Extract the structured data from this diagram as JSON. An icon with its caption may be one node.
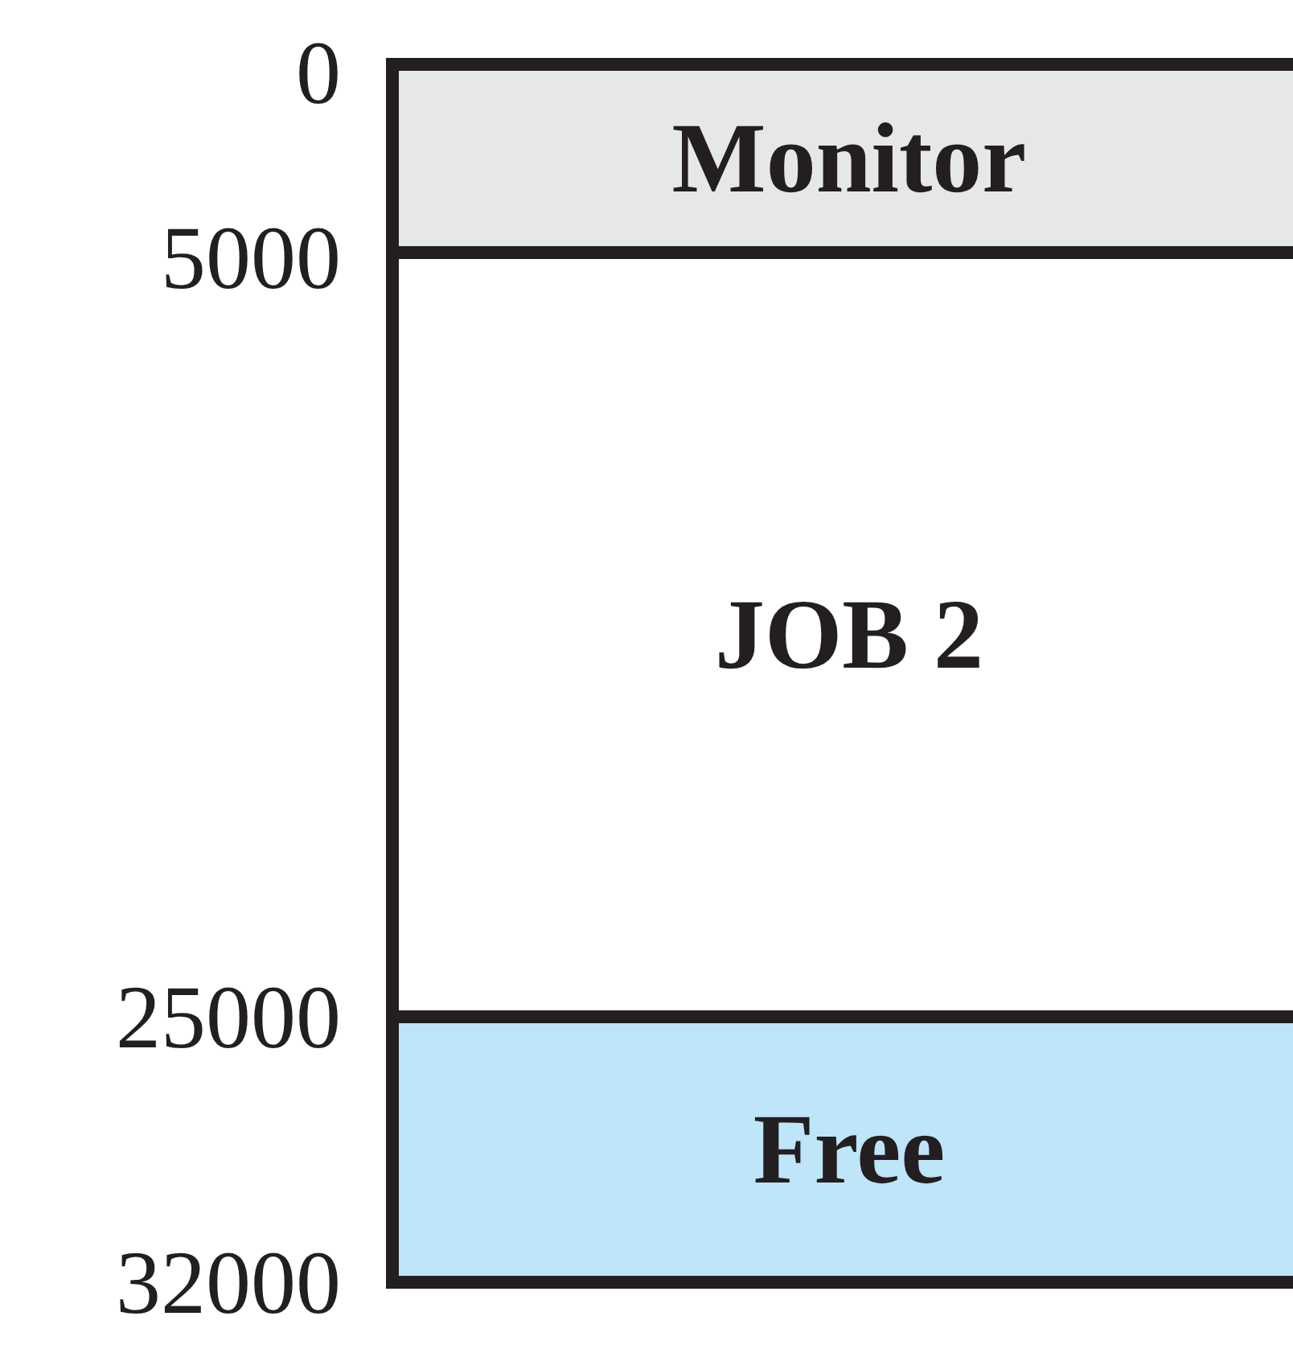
{
  "diagram": {
    "nodes": [
      {
        "text": [
          "Monitor"
        ]
      },
      {
        "text": [
          "JOB 2"
        ]
      },
      {
        "text": [
          "Free"
        ]
      }
    ],
    "labels": [
      "0",
      "5000",
      "25000",
      "32000"
    ]
  }
}
